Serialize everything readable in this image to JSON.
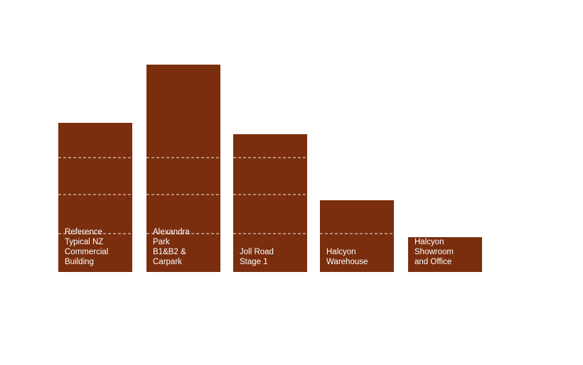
{
  "chart_data": {
    "type": "bar",
    "title": "",
    "xlabel": "",
    "ylabel": "",
    "bar_color": "#7a2e0e",
    "label_color": "#ffffff",
    "gridline_color": "#f3e6dc",
    "categories": [
      "Reference Typical NZ Commercial Building",
      "Alexandra Park B1&B2 & Carpark",
      "Joll Road Stage 1",
      "Halcyon Warehouse",
      "Halcyon Showroom and Office"
    ],
    "category_lines": [
      [
        "Reference",
        "Typical NZ",
        "Commercial",
        "Building"
      ],
      [
        "Alexandra",
        "Park",
        "B1&B2 &",
        "Carpark"
      ],
      [
        "Joll Road",
        "Stage 1"
      ],
      [
        "Halcyon",
        "Warehouse"
      ],
      [
        "Halcyon",
        "Showroom",
        "and Office"
      ]
    ],
    "values": [
      210,
      292,
      194,
      101,
      49
    ],
    "gridlines": [
      54,
      109,
      161
    ],
    "ylim": [
      0,
      300
    ],
    "grid": true,
    "legend": "none"
  }
}
